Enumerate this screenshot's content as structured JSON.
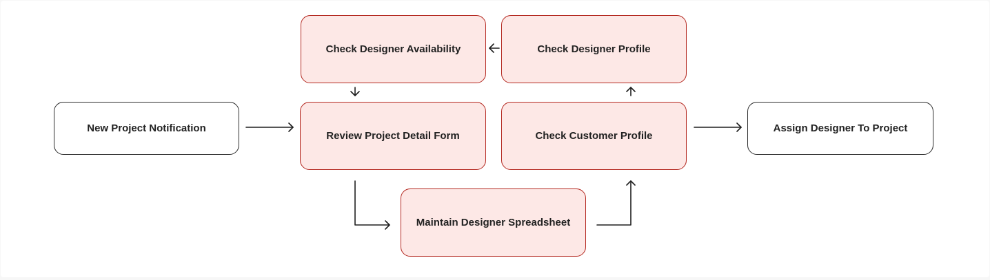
{
  "colors": {
    "highlight_fill": "#fde8e6",
    "highlight_border": "#b3261e",
    "plain_border": "#2b2b2b",
    "edge": "#1f1f1f"
  },
  "nodes": {
    "new_project_notification": "New Project Notification",
    "review_project_detail_form": "Review Project Detail Form",
    "check_designer_availability": "Check Designer Availability",
    "check_designer_profile": "Check Designer Profile",
    "check_customer_profile": "Check Customer Profile",
    "maintain_designer_spreadsheet": "Maintain Designer Spreadsheet",
    "assign_designer_to_project": "Assign Designer To Project"
  }
}
